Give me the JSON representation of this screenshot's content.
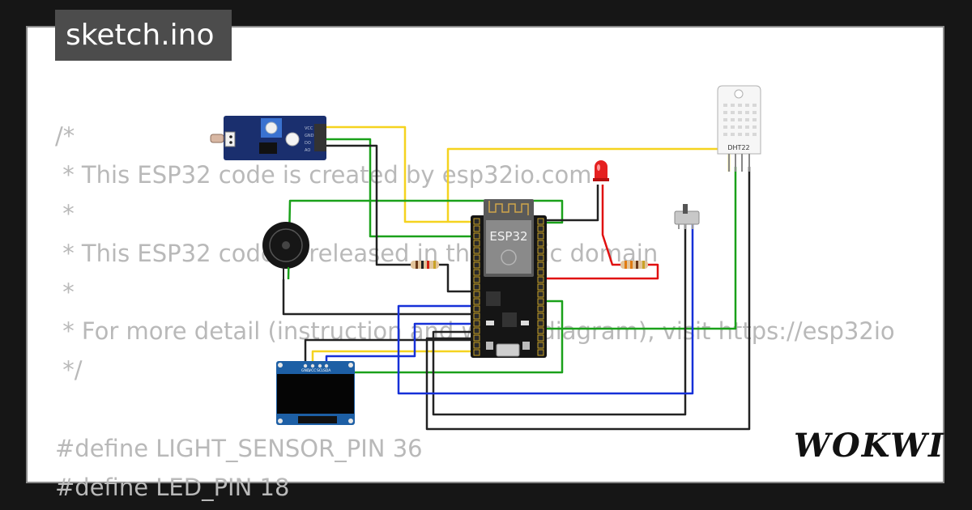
{
  "project": {
    "filename": "sketch.ino"
  },
  "brand": {
    "logo_text": "WOKWI"
  },
  "code_lines": [
    "/*",
    " * This ESP32 code is created by esp32io.com",
    " *",
    " * This ESP32 code is released in the public domain",
    " *",
    " * For more detail (instruction and wiring diagram), visit https://esp32io",
    " */",
    "",
    "#define LIGHT_SENSOR_PIN 36",
    "#define LED_PIN 18"
  ],
  "components": {
    "mcu": {
      "label": "ESP32"
    },
    "dht": {
      "label": "DHT22"
    },
    "ldr_module": {
      "pin_labels": [
        "VCC",
        "GND",
        "DO",
        "AO"
      ]
    },
    "oled": {
      "pin_labels": [
        "GND",
        "VCC",
        "SCL",
        "SDA"
      ]
    }
  },
  "colors": {
    "background": "#161616",
    "card": "#ffffff",
    "code_text": "#b9b9b9",
    "title_tab": "#4c4c4c",
    "wire_yellow": "#f5d31f",
    "wire_green": "#1aa11a",
    "wire_black": "#222222",
    "wire_red": "#e01010",
    "wire_blue": "#1630d8",
    "board": "#151515",
    "pcb_blue": "#1a2f6e"
  }
}
